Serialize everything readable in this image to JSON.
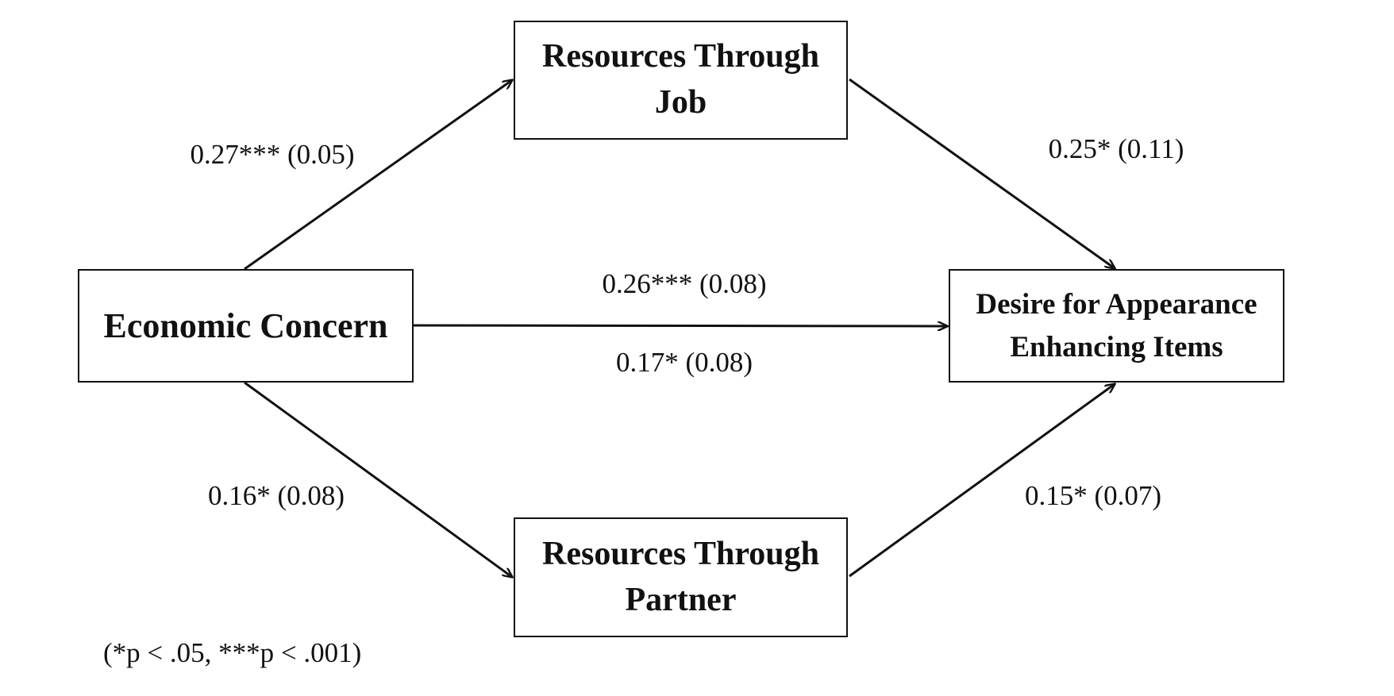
{
  "nodes": {
    "economic_concern": {
      "label": "Economic Concern"
    },
    "job": {
      "line1": "Resources Through",
      "line2": "Job"
    },
    "partner": {
      "line1": "Resources Through",
      "line2": "Partner"
    },
    "desire": {
      "line1": "Desire for Appearance",
      "line2": "Enhancing Items"
    }
  },
  "paths": {
    "economic_to_job": "0.27*** (0.05)",
    "job_to_desire": "0.25* (0.11)",
    "direct_total": "0.26*** (0.08)",
    "direct_effect": "0.17* (0.08)",
    "economic_to_partner": "0.16* (0.08)",
    "partner_to_desire": "0.15* (0.07)"
  },
  "note": "(*p < .05, ***p < .001)",
  "colors": {
    "line": "#111111",
    "background": "#ffffff"
  }
}
